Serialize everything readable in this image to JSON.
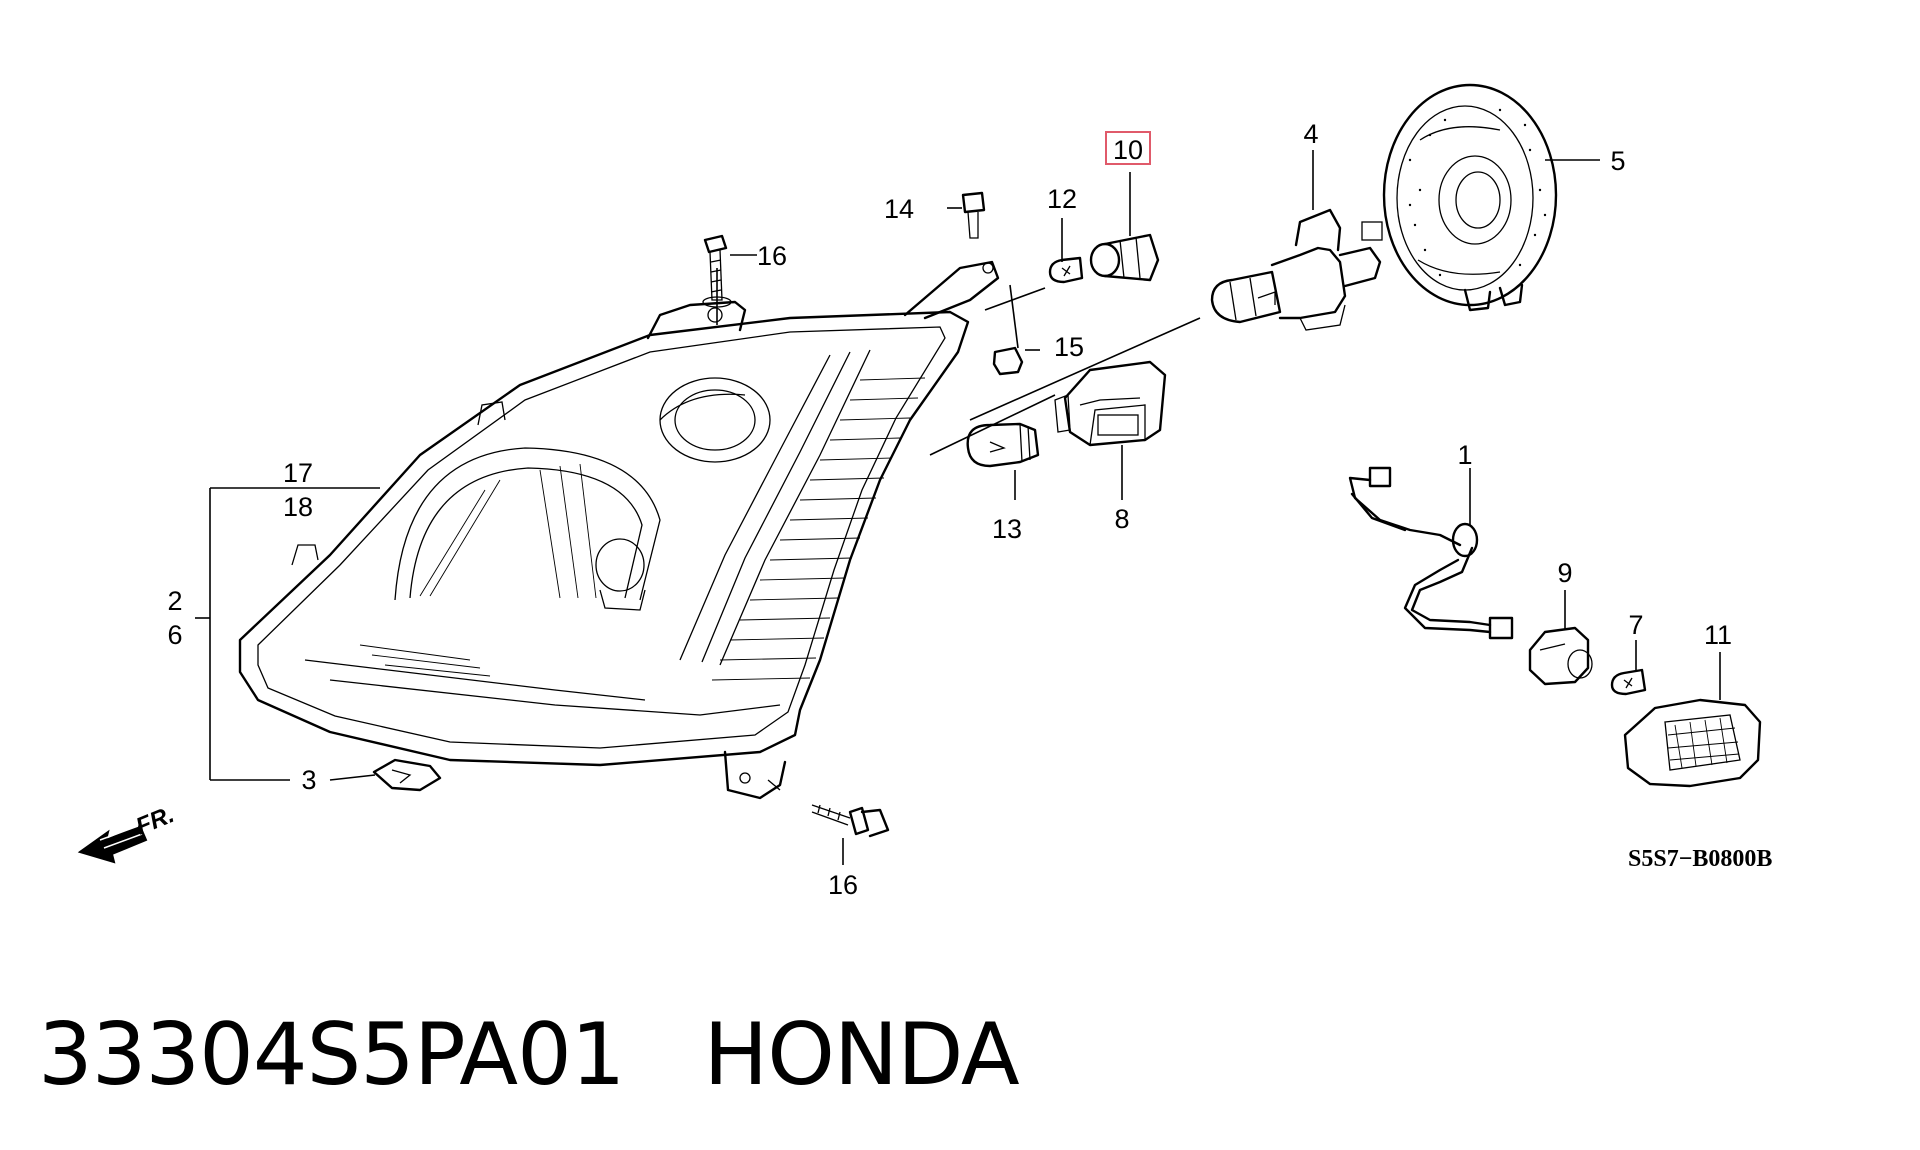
{
  "callouts": [
    {
      "id": "c1",
      "text": "1"
    },
    {
      "id": "c2",
      "text": "2"
    },
    {
      "id": "c3",
      "text": "3"
    },
    {
      "id": "c4",
      "text": "4"
    },
    {
      "id": "c5",
      "text": "5"
    },
    {
      "id": "c6",
      "text": "6"
    },
    {
      "id": "c7",
      "text": "7"
    },
    {
      "id": "c8",
      "text": "8"
    },
    {
      "id": "c9",
      "text": "9"
    },
    {
      "id": "c10",
      "text": "10"
    },
    {
      "id": "c11",
      "text": "11"
    },
    {
      "id": "c12",
      "text": "12"
    },
    {
      "id": "c13",
      "text": "13"
    },
    {
      "id": "c14",
      "text": "14"
    },
    {
      "id": "c15",
      "text": "15"
    },
    {
      "id": "c16a",
      "text": "16"
    },
    {
      "id": "c16b",
      "text": "16"
    },
    {
      "id": "c17",
      "text": "17"
    },
    {
      "id": "c18",
      "text": "18"
    }
  ],
  "highlighted_callout": "10",
  "front_indicator": "FR.",
  "diagram_code": "S5S7−B0800B",
  "caption": {
    "part_number": "33304S5PA01",
    "brand": "HONDA"
  },
  "colors": {
    "line": "#000000",
    "highlight": "#e05a6a",
    "background": "#ffffff"
  }
}
